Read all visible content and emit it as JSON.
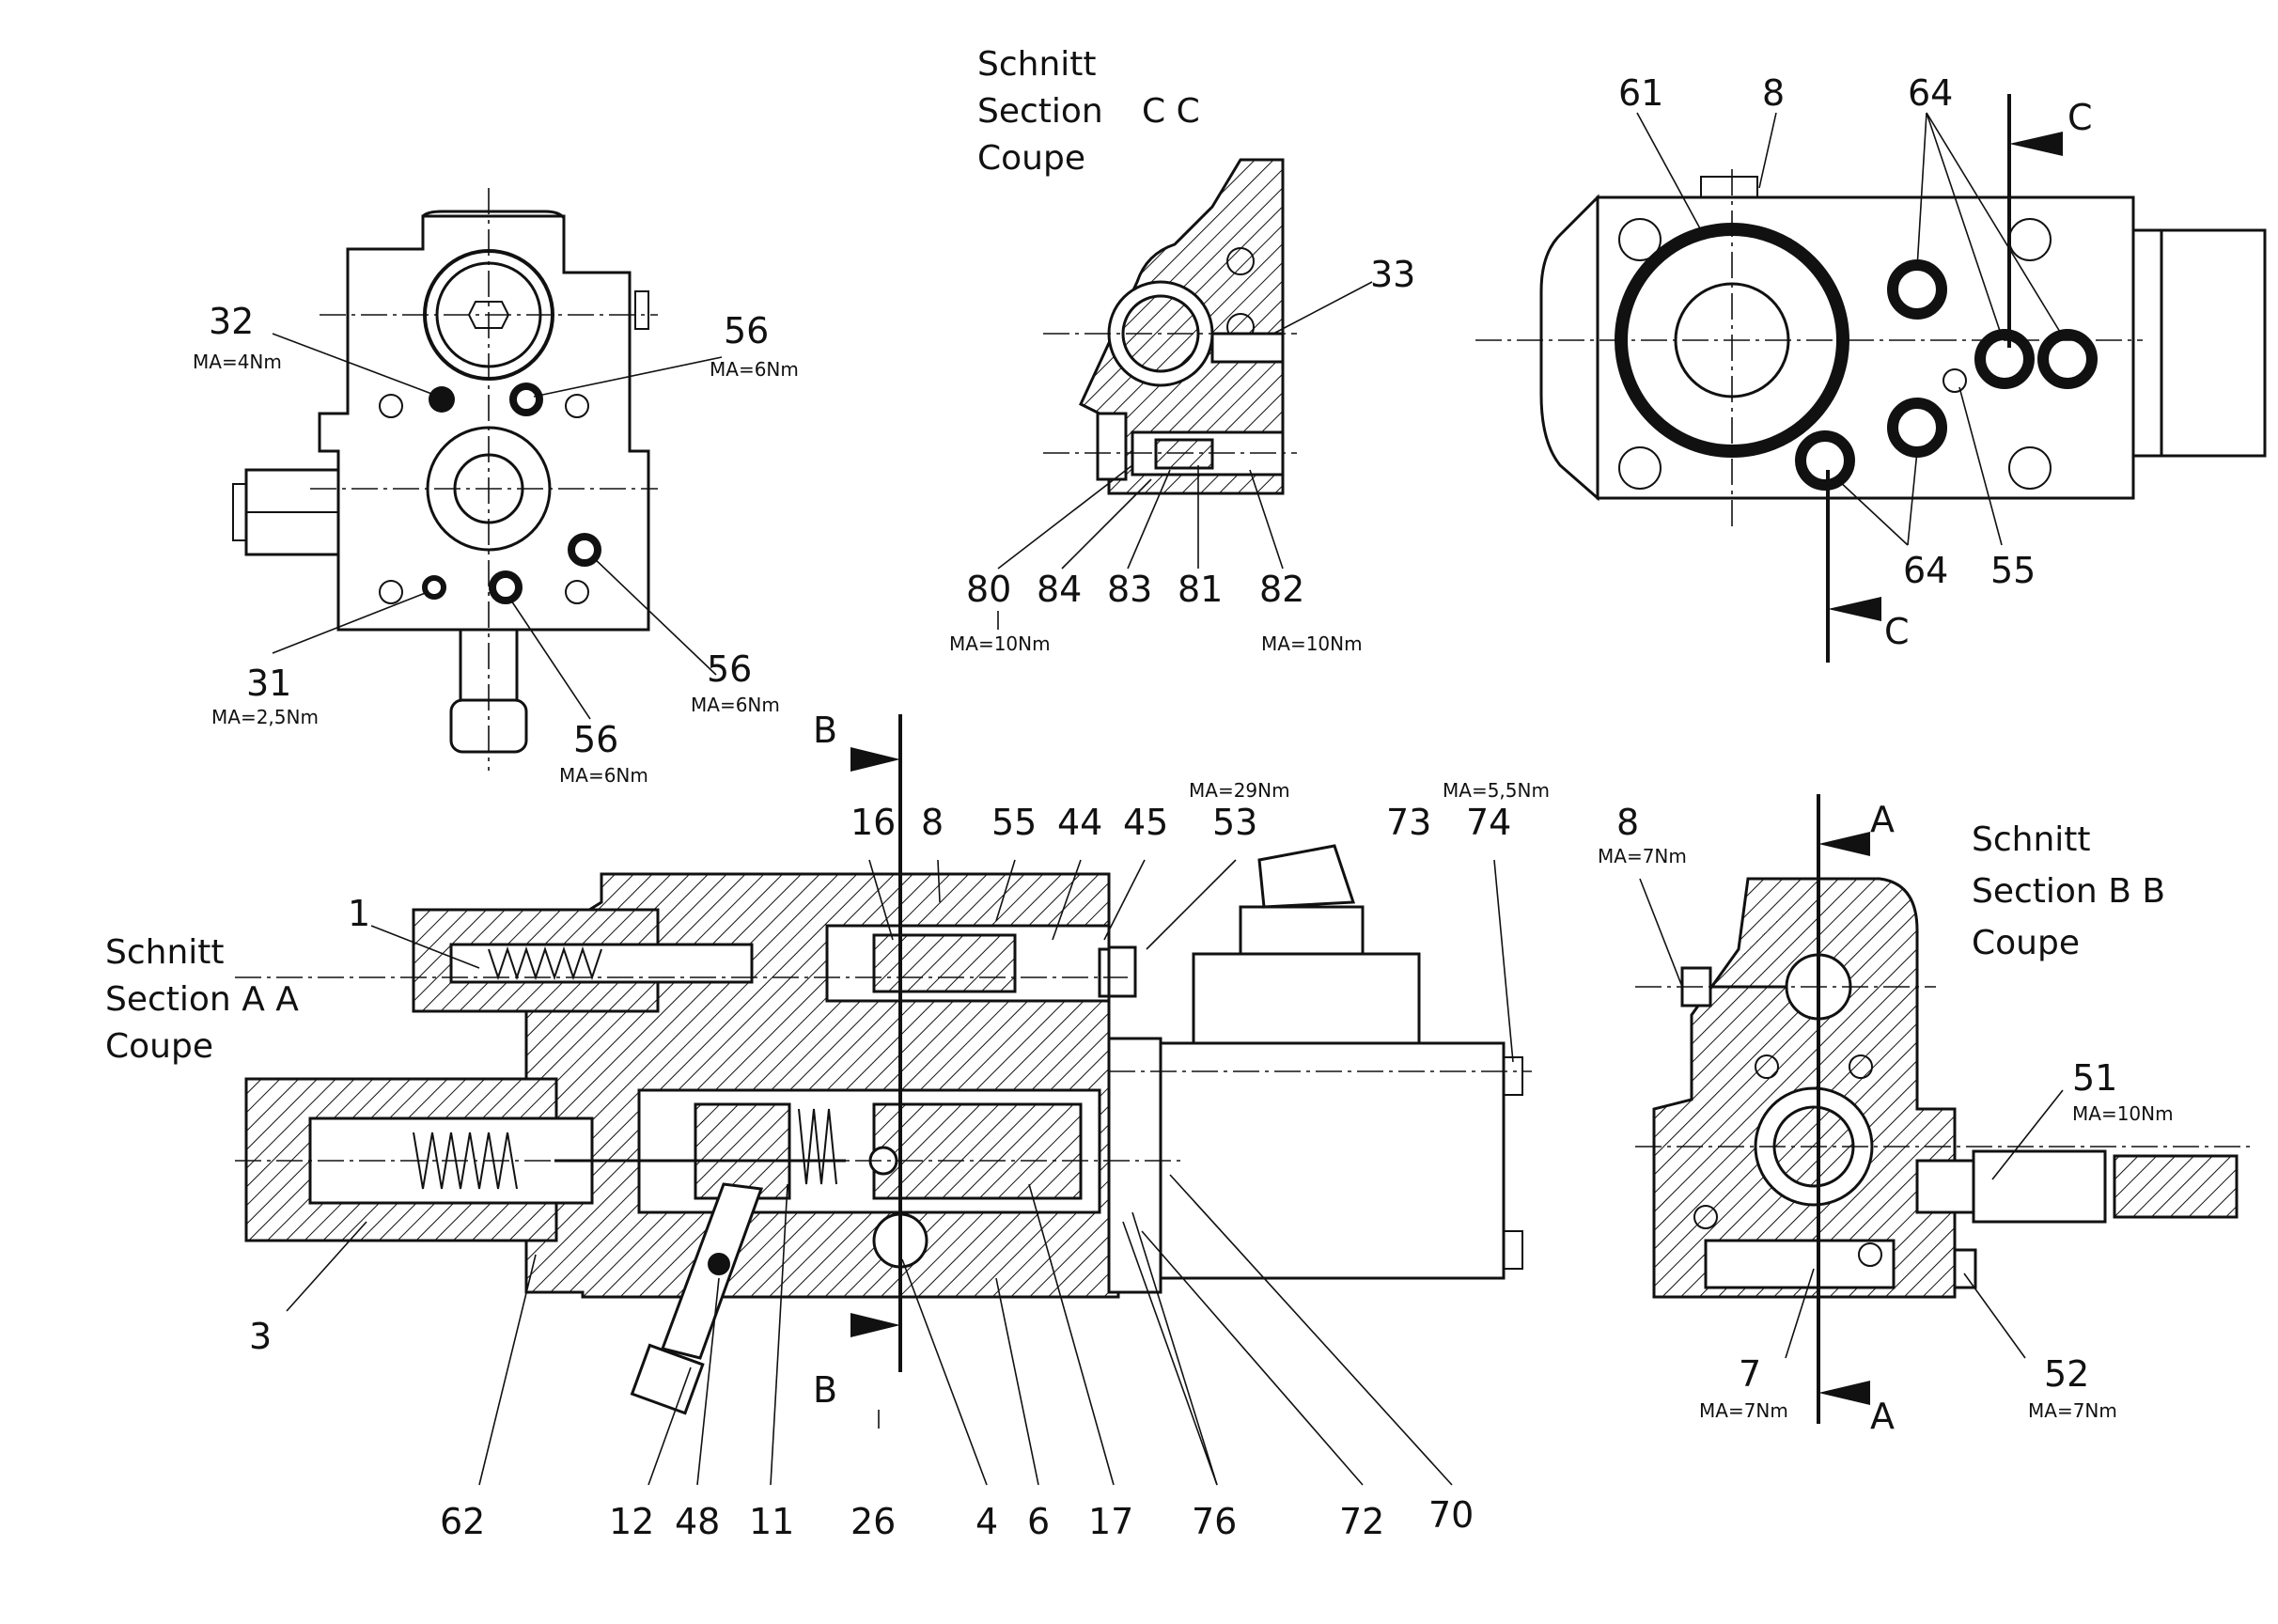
{
  "sections": {
    "aa": [
      "Schnitt",
      "Section  A A",
      "Coupe"
    ],
    "bb": [
      "Schnitt",
      "Section  B B",
      "Coupe"
    ],
    "cc": [
      "Schnitt",
      "Section",
      "C C",
      "Coupe"
    ]
  },
  "cut_markers": {
    "a": "A",
    "b": "B",
    "c": "C"
  },
  "parts": {
    "p1": "1",
    "p3": "3",
    "p4": "4",
    "p6": "6",
    "p7": "7",
    "p8a": "8",
    "p8b": "8",
    "p8c": "8",
    "p11": "11",
    "p12": "12",
    "p16": "16",
    "p17": "17",
    "p26": "26",
    "p31": "31",
    "p32": "32",
    "p33": "33",
    "p44": "44",
    "p45": "45",
    "p48": "48",
    "p51": "51",
    "p52": "52",
    "p53": "53",
    "p55a": "55",
    "p55b": "55",
    "p56a": "56",
    "p56b": "56",
    "p56c": "56",
    "p61": "61",
    "p62": "62",
    "p64a": "64",
    "p64b": "64",
    "p70": "70",
    "p72": "72",
    "p73": "73",
    "p74": "74",
    "p76": "76",
    "p80": "80",
    "p81": "81",
    "p82": "82",
    "p83": "83",
    "p84": "84"
  },
  "torques": {
    "t32": "MA=4Nm",
    "t56a": "MA=6Nm",
    "t31": "MA=2,5Nm",
    "t56b": "MA=6Nm",
    "t56c": "MA=6Nm",
    "t80": "MA=10Nm",
    "t82": "MA=10Nm",
    "t53": "MA=29Nm",
    "t74": "MA=5,5Nm",
    "t8": "MA=7Nm",
    "t51": "MA=10Nm",
    "t7": "MA=7Nm",
    "t52": "MA=7Nm"
  }
}
